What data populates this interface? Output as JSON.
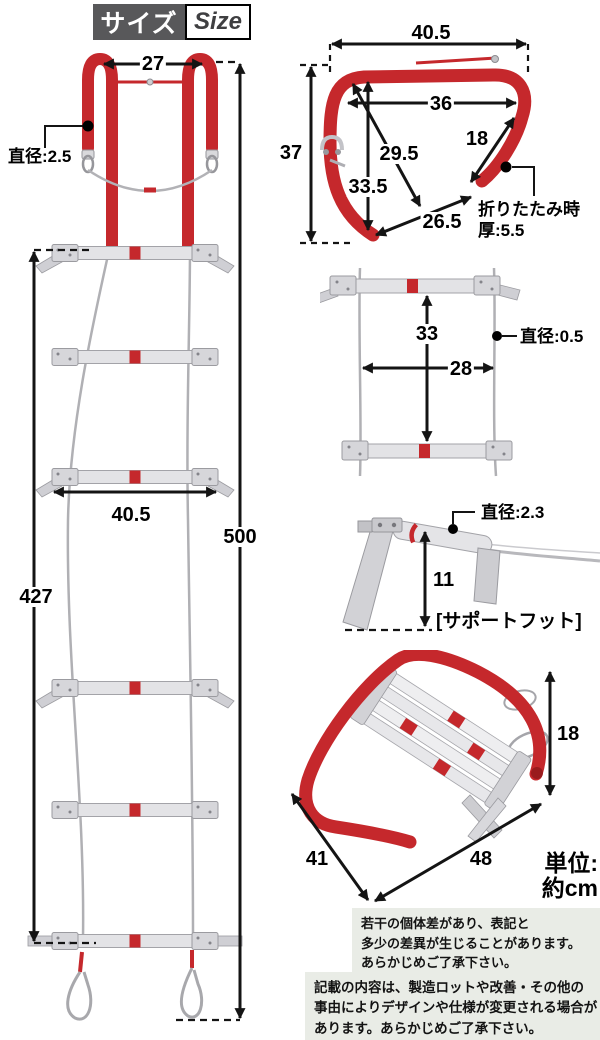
{
  "header": {
    "title_jp": "サイズ",
    "title_en": "Size"
  },
  "ladder_front": {
    "top_width": "27",
    "hook_diameter": "直径:2.5",
    "rung_width": "40.5",
    "ladder_length": "427",
    "total_length": "500"
  },
  "hook_side": {
    "width": "40.5",
    "height": "37",
    "inner_width": "36",
    "diagonal": "29.5",
    "inner_height": "33.5",
    "hook_opening": "18",
    "bottom_width": "26.5",
    "folded_label": "折りたたみ時",
    "folded_thickness": "厚:5.5"
  },
  "rung_detail": {
    "rung_pitch": "33",
    "inner_width": "28",
    "cable_diameter": "直径:0.5"
  },
  "support_foot": {
    "tube_diameter": "直径:2.3",
    "height": "11",
    "caption": "[サポートフット]"
  },
  "folded_view": {
    "height": "18",
    "depth": "41",
    "width": "48"
  },
  "unit": {
    "line1": "単位:",
    "line2": "約cm"
  },
  "notes": {
    "note1_line1": "若干の個体差があり、表記と",
    "note1_line2": "多少の差異が生じることがあります。",
    "note1_line3": "あらかじめご了承下さい。",
    "note2_line1": "記載の内容は、製造ロットや改善・その他の",
    "note2_line2": "事由によりデザインや仕様が変更される場合が",
    "note2_line3": "あります。あらかじめご了承下さい。"
  },
  "colors": {
    "red": "#c5282c",
    "header_bg": "#58585a",
    "note_bg": "#e9ece6"
  }
}
